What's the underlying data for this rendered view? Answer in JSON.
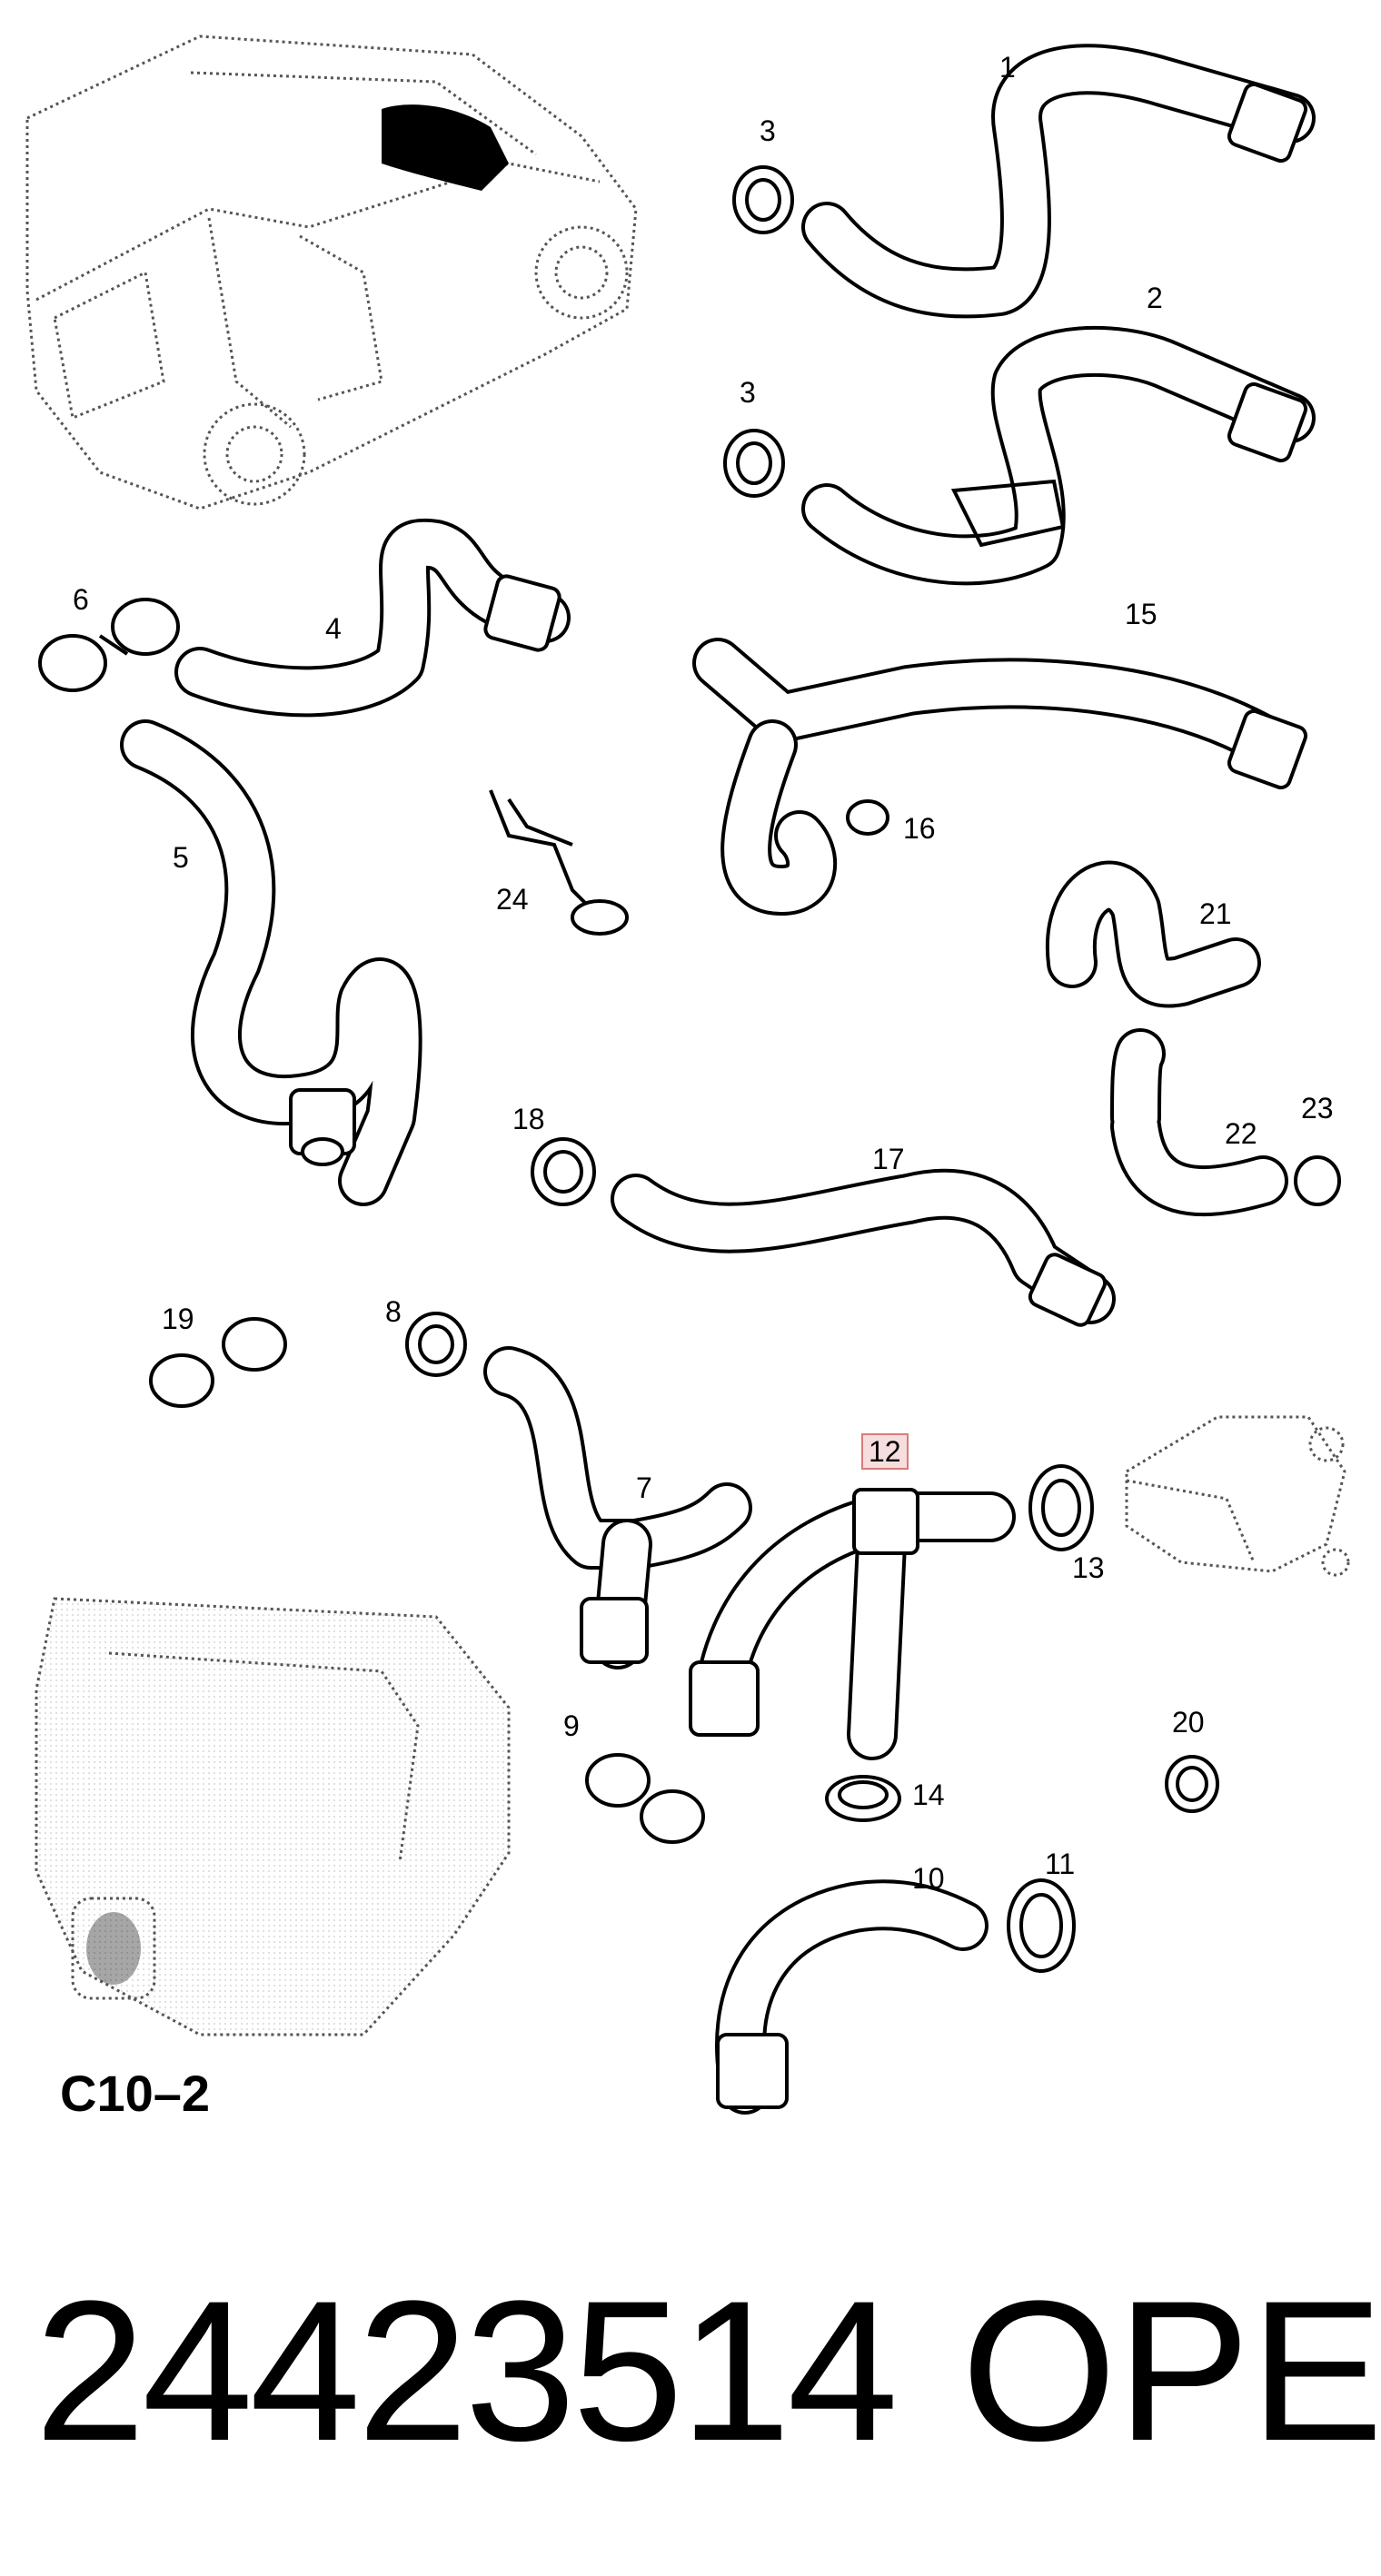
{
  "callouts": [
    {
      "id": "1",
      "label": "1"
    },
    {
      "id": "2",
      "label": "2"
    },
    {
      "id": "3a",
      "label": "3"
    },
    {
      "id": "3b",
      "label": "3"
    },
    {
      "id": "4",
      "label": "4"
    },
    {
      "id": "5",
      "label": "5"
    },
    {
      "id": "6",
      "label": "6"
    },
    {
      "id": "7",
      "label": "7"
    },
    {
      "id": "8",
      "label": "8"
    },
    {
      "id": "9",
      "label": "9"
    },
    {
      "id": "10",
      "label": "10"
    },
    {
      "id": "11",
      "label": "11"
    },
    {
      "id": "12",
      "label": "12"
    },
    {
      "id": "13",
      "label": "13"
    },
    {
      "id": "14",
      "label": "14"
    },
    {
      "id": "15",
      "label": "15"
    },
    {
      "id": "16",
      "label": "16"
    },
    {
      "id": "17",
      "label": "17"
    },
    {
      "id": "18",
      "label": "18"
    },
    {
      "id": "19",
      "label": "19"
    },
    {
      "id": "20",
      "label": "20"
    },
    {
      "id": "21",
      "label": "21"
    },
    {
      "id": "22",
      "label": "22"
    },
    {
      "id": "23",
      "label": "23"
    },
    {
      "id": "24",
      "label": "24"
    }
  ],
  "reference_code": "C10–2",
  "part_number": "24423514",
  "brand": "OPEL",
  "highlight_color": "#f7dede"
}
